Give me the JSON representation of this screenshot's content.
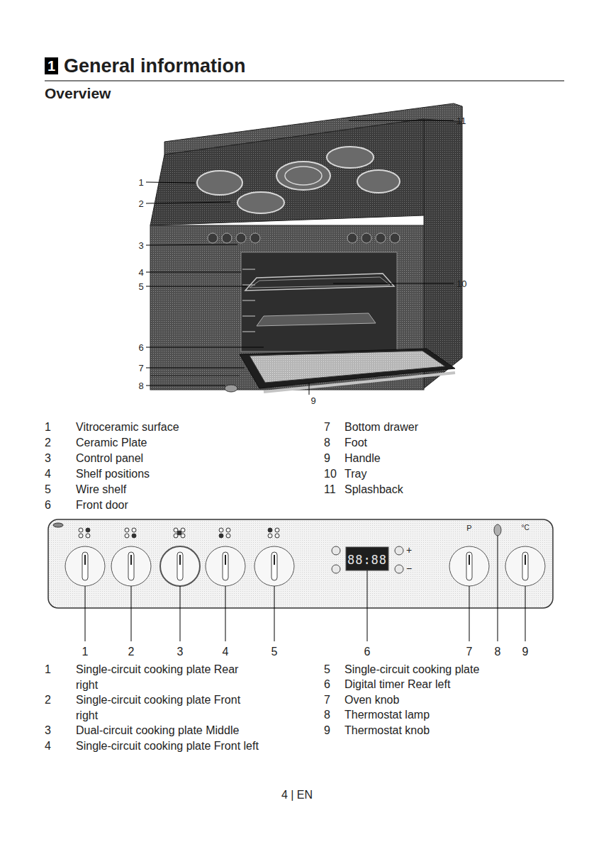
{
  "diagram": {
    "title": "General information",
    "nodes": [
      {
        "text": [
          "1"
        ]
      }
    ],
    "labels": [
      "Overview",
      "1",
      "2",
      "3",
      "4",
      "5",
      "6",
      "7",
      "8",
      "9",
      "10",
      "11",
      "1",
      "Vitroceramic surface",
      "7",
      "Bottom drawer",
      "2",
      "Ceramic Plate",
      "8",
      "Foot",
      "3",
      "Control panel",
      "9",
      "Handle",
      "4",
      "Shelf positions",
      "10",
      "Tray",
      "5",
      "Wire shelf",
      "11",
      "Splashback",
      "6",
      "Front door",
      "88:88",
      "+",
      "−",
      "P",
      "°C",
      "1",
      "2",
      "3",
      "4",
      "5",
      "6",
      "7",
      "8",
      "9",
      "1",
      "Single-circuit cooking plate Rear right",
      "5",
      "Single-circuit cooking plate",
      "6",
      "Digital timer Rear left",
      "2",
      "Single-circuit cooking plate Front right",
      "7",
      "Oven knob",
      "8",
      "Thermostat lamp",
      "3",
      "Dual-circuit cooking plate Middle",
      "9",
      "Thermostat knob",
      "4",
      "Single-circuit cooking plate Front left",
      "4 | EN"
    ]
  }
}
